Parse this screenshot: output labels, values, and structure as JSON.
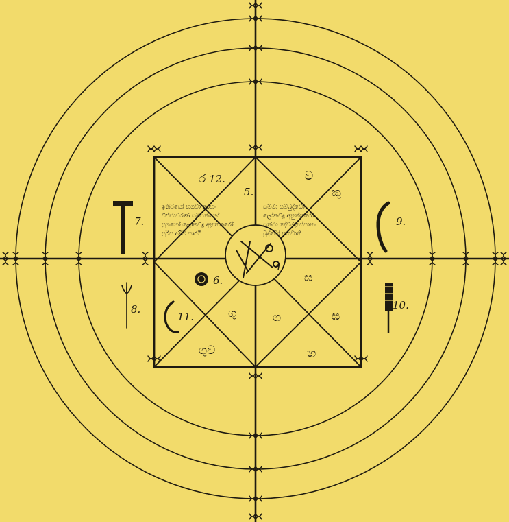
{
  "numbers": {
    "n4": "4",
    "n5": "5.",
    "n6": "6.",
    "n7": "7.",
    "n8": "8.",
    "n9": "9.",
    "n10": "10.",
    "n11": "11.",
    "n12": "12."
  },
  "cells": {
    "top_left": "ර",
    "top_right_upper": "ව",
    "top_right_outer": "කු",
    "right_upper": "ඝ",
    "right_lower": "ඝ",
    "bottom_right": "හ",
    "bottom_center": "ග",
    "bottom_left_inner": "ගු",
    "bottom_left_outer": "ගුව"
  },
  "inscription": {
    "left_lines": [
      "ඉතිපිසෝ භගවා අරහං",
      "විජ්ජාචරණ සම්පන්නෝ",
      "සුගතෝ ලෝකවිදූ අනුත්තරෝ",
      "පුරිස දම්ම සාරථි"
    ],
    "right_lines": [
      "සම්මා සම්බුද්ධෝ",
      "ලෝකවිදූ අනුත්තරෝ",
      "සත්ථා දේවමනුස්සානං",
      "බුද්ධෝ භගවාති"
    ]
  },
  "icons": {
    "outer_left": "hammer-icon",
    "outer_right": "curved-blade-icon",
    "outer_left_lower": "trident-icon",
    "outer_right_lower": "mace-icon",
    "cell_left": "wheel-icon",
    "cell_left_lower": "hook-icon",
    "center": "vajra-cluster-icon"
  },
  "colors": {
    "background": "#f2db6b",
    "ink": "#1e1a10"
  }
}
